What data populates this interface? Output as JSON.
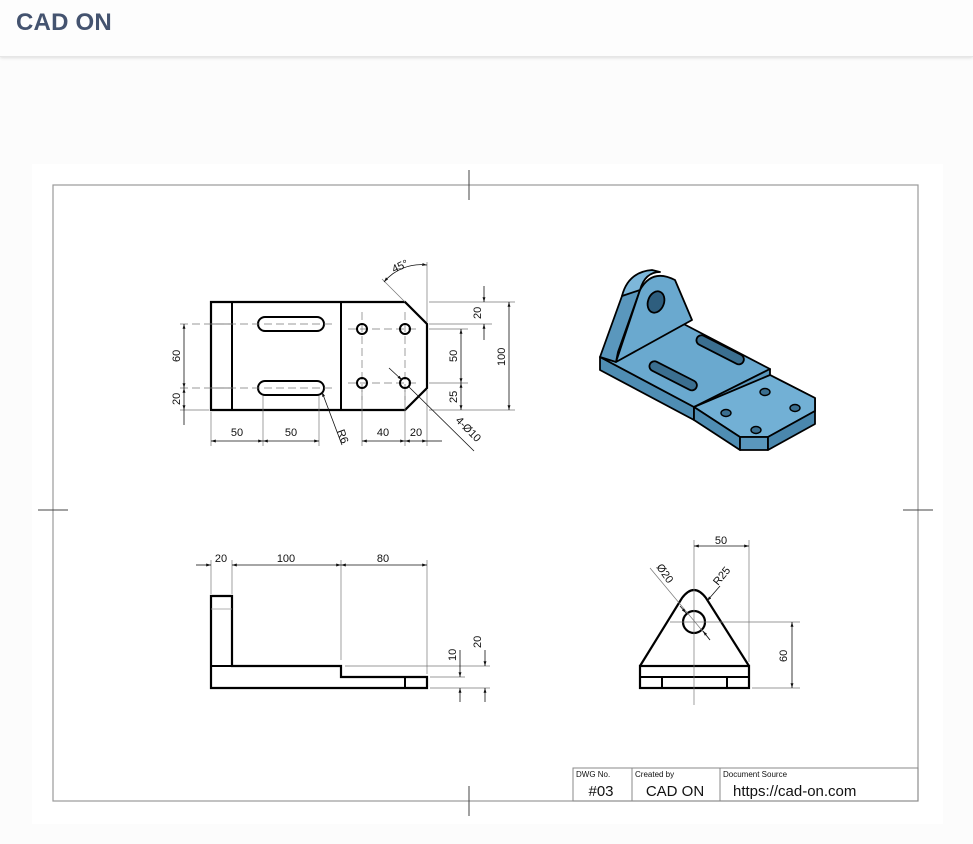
{
  "header": {
    "site_title": "CAD ON"
  },
  "drawing": {
    "top_view": {
      "dims": {
        "d50a": "50",
        "d50b": "50",
        "d40": "40",
        "d20h": "20",
        "r6": "R6",
        "hole": "4-Ø10",
        "angle": "45°",
        "d60": "60",
        "d20v": "20",
        "d20r": "20",
        "d50r": "50",
        "d25r": "25",
        "d100": "100"
      }
    },
    "front_view": {
      "dims": {
        "d20": "20",
        "d100": "100",
        "d80": "80",
        "d10": "10",
        "d20v": "20"
      }
    },
    "side_view": {
      "dims": {
        "d50": "50",
        "dia20": "Ø20",
        "r25": "R25",
        "d60": "60"
      }
    },
    "iso_view": {
      "color_face": "#6aa9cf",
      "color_dark": "#4a87ad",
      "color_top": "#7db7da"
    },
    "title_block": {
      "dwg_label": "DWG No.",
      "dwg_value": "#03",
      "created_label": "Created by",
      "created_value": "CAD ON",
      "source_label": "Document Source",
      "source_value": "https://cad-on.com"
    }
  }
}
